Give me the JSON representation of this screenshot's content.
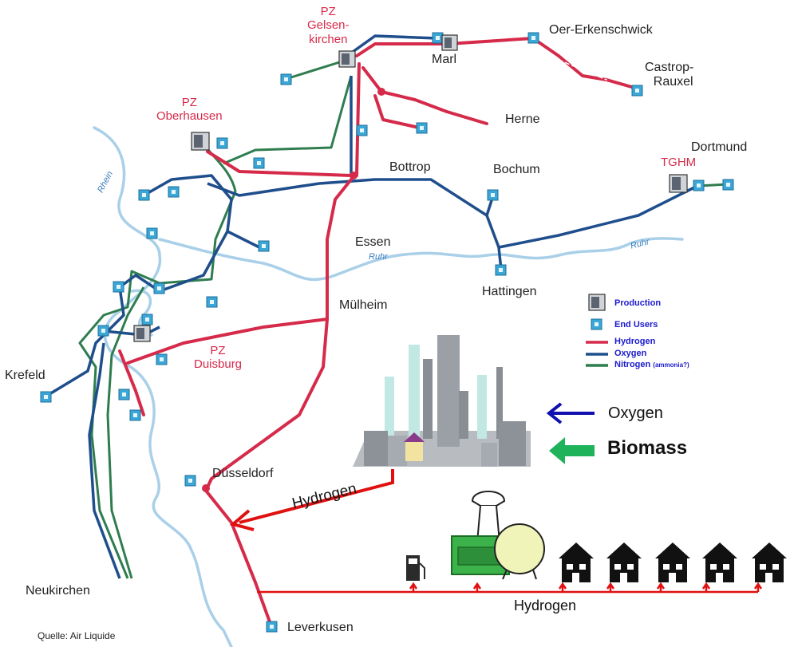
{
  "colors": {
    "hydrogen": "#d62a4a",
    "oxygen": "#1f4e8c",
    "nitrogen": "#2f7d4f",
    "river": "#a9d0e8",
    "end_user": "#3aa7d6",
    "production": "#5b6470",
    "arrow_oxygen": "#1010b0",
    "arrow_biomass": "#1eb35a",
    "arrow_hydrogen": "#e01010"
  },
  "cities": {
    "oer_erkenschwick": "Oer-Erkenschwick",
    "marl": "Marl",
    "castrop_line1": "Castrop-",
    "castrop_line2": "Rauxel",
    "herne": "Herne",
    "dortmund": "Dortmund",
    "bottrop": "Bottrop",
    "bochum": "Bochum",
    "essen": "Essen",
    "hattingen": "Hattingen",
    "muelheim": "Mülheim",
    "krefeld": "Krefeld",
    "duesseldorf": "Düsseldorf",
    "neukirchen": "Neukirchen",
    "leverkusen": "Leverkusen"
  },
  "plants": {
    "gelsenkirchen": [
      "PZ",
      "Gelsen-",
      "kirchen"
    ],
    "oberhausen": [
      "PZ",
      "Oberhausen"
    ],
    "duisburg": [
      "PZ",
      "Duisburg"
    ],
    "tghm": "TGHM"
  },
  "rivers": {
    "rhein": "Rhein",
    "ruhr_1": "Ruhr",
    "ruhr_2": "Ruhr"
  },
  "legend": {
    "production": "Production",
    "end_users": "End Users",
    "hydrogen": "Hydrogen",
    "oxygen": "Oxygen",
    "nitrogen": "Nitrogen",
    "nitrogen_note": "(ammonia?)"
  },
  "overlay": {
    "oxygen_label": "Oxygen",
    "biomass_label": "Biomass",
    "hydrogen_arrow_label": "Hydrogen",
    "hydrogen_grid_label": "Hydrogen"
  },
  "source": "Quelle: Air Liquide"
}
